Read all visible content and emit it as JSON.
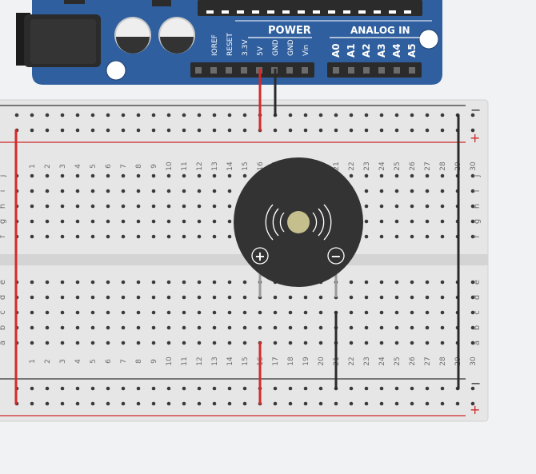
{
  "arduino": {
    "power_header_label": "POWER",
    "analog_header_label": "ANALOG IN",
    "power_pins": [
      "IOREF",
      "RESET",
      "3.3V",
      "5V",
      "GND",
      "GND",
      "Vin"
    ],
    "analog_pins": [
      "A0",
      "A1",
      "A2",
      "A3",
      "A4",
      "A5"
    ],
    "board_color": "#2f5f9e"
  },
  "breadboard": {
    "columns": [
      "1",
      "2",
      "3",
      "4",
      "5",
      "6",
      "7",
      "8",
      "9",
      "10",
      "11",
      "12",
      "13",
      "14",
      "15",
      "16",
      "17",
      "18",
      "19",
      "20",
      "21",
      "22",
      "23",
      "24",
      "25",
      "26",
      "27",
      "28",
      "29",
      "30"
    ],
    "top_rows": [
      "j",
      "i",
      "h",
      "g",
      "f"
    ],
    "bottom_rows": [
      "e",
      "d",
      "c",
      "b",
      "a"
    ],
    "rail_minus": "−",
    "rail_plus": "+",
    "body_color": "#e6e6e6",
    "plus_rail_color": "#cc2b2b",
    "minus_rail_color": "#333333"
  },
  "buzzer": {
    "plus_symbol": "+",
    "minus_symbol": "−",
    "body_color": "#333333",
    "center_color": "#c4bf8c"
  },
  "wires": {
    "red": "#d42a2a",
    "black": "#2b2b2b"
  }
}
